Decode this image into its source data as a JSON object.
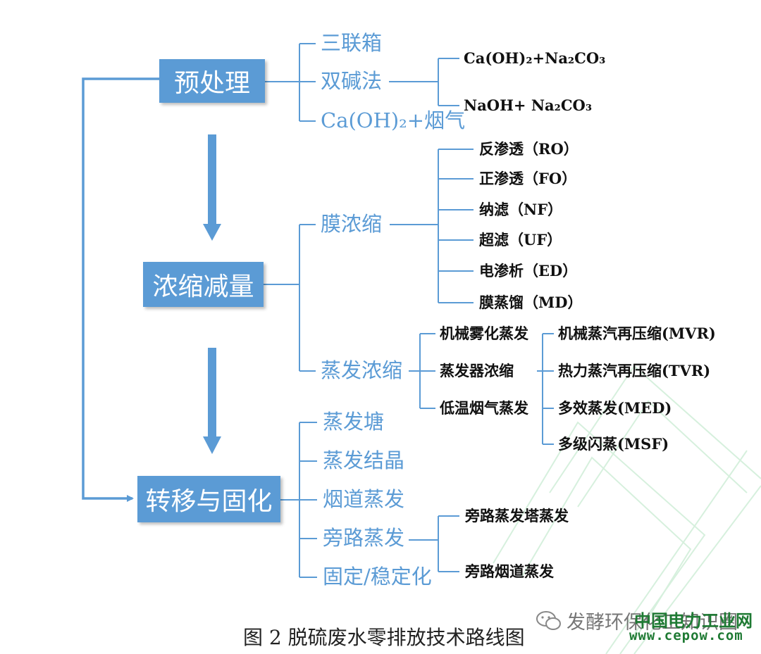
{
  "main_nodes": {
    "pretreat": "预处理",
    "concentrate": "浓缩减量",
    "transfer": "转移与固化"
  },
  "pretreat_branches": {
    "b1": "三联箱",
    "b2": "双碱法",
    "b3": "Ca(OH)₂+烟气"
  },
  "double_alkali": {
    "o1": "Ca(OH)₂+Na₂CO₃",
    "o2": "NaOH+ Na₂CO₃"
  },
  "concentrate_branches": {
    "membrane": "膜浓缩",
    "evaporation": "蒸发浓缩"
  },
  "membrane_methods": {
    "m1": "反渗透（RO）",
    "m2": "正渗透（FO）",
    "m3": "纳滤（NF）",
    "m4": "超滤（UF）",
    "m5": "电渗析（ED）",
    "m6": "膜蒸馏（MD）"
  },
  "evaporation_methods": {
    "e1": "机械雾化蒸发",
    "e2": "蒸发器浓缩",
    "e3": "低温烟气蒸发"
  },
  "evaporator_types": {
    "t1": "机械蒸汽再压缩(MVR)",
    "t2": "热力蒸汽再压缩(TVR)",
    "t3": "多效蒸发(MED)",
    "t4": "多级闪蒸(MSF)"
  },
  "transfer_branches": {
    "f1": "蒸发塘",
    "f2": "蒸发结晶",
    "f3": "烟道蒸发",
    "f4": "旁路蒸发",
    "f5": "固定/稳定化"
  },
  "bypass_methods": {
    "p1": "旁路蒸发塔蒸发",
    "p2": "旁路烟道蒸发"
  },
  "caption": "图 2  脱硫废水零排放技术路线图",
  "watermark": {
    "wechat_text": "发酵环保化工知识圈",
    "brand_name": "中国电力工业网",
    "brand_url": "www.cepow.com"
  },
  "colors": {
    "box": "#5b9bd5",
    "line": "#5b9bd5",
    "level1_text": "#5b9bd5",
    "level2_text": "#111111",
    "brand": "#1e7a33"
  }
}
